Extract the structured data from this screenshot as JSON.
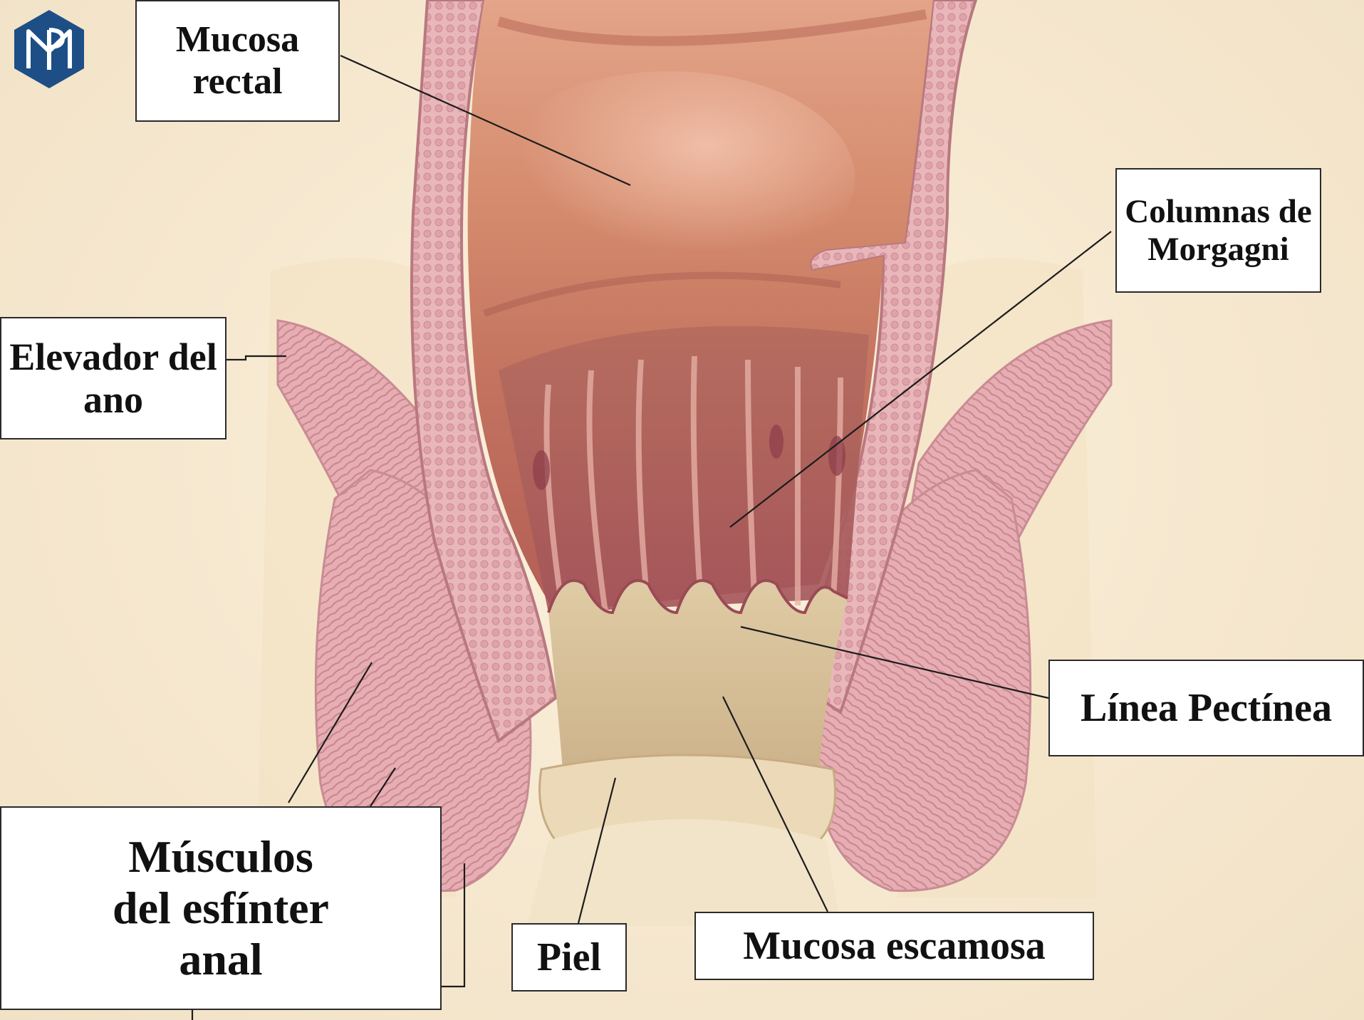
{
  "colors": {
    "background": "#f6ead2",
    "muscle": "#e8b1b6",
    "muscle_dark": "#c98b94",
    "mucosa_rectal": "#c97a5e",
    "columns": "#b86a6a",
    "squamous": "#dcc7a0",
    "skin": "#e9d5b3",
    "logo": "#1d4f86",
    "label_border": "#2a2a2a"
  },
  "logo": {
    "icon": "medical-logo-icon"
  },
  "labels": {
    "mucosa_rectal": "Mucosa rectal",
    "columnas_morgagni": "Columnas de Morgagni",
    "elevador_ano": "Elevador del ano",
    "linea_pectinea": "Línea Pectínea",
    "musculos_esfinter": "Músculos del esfínter anal",
    "piel": "Piel",
    "mucosa_escamosa": "Mucosa escamosa"
  }
}
